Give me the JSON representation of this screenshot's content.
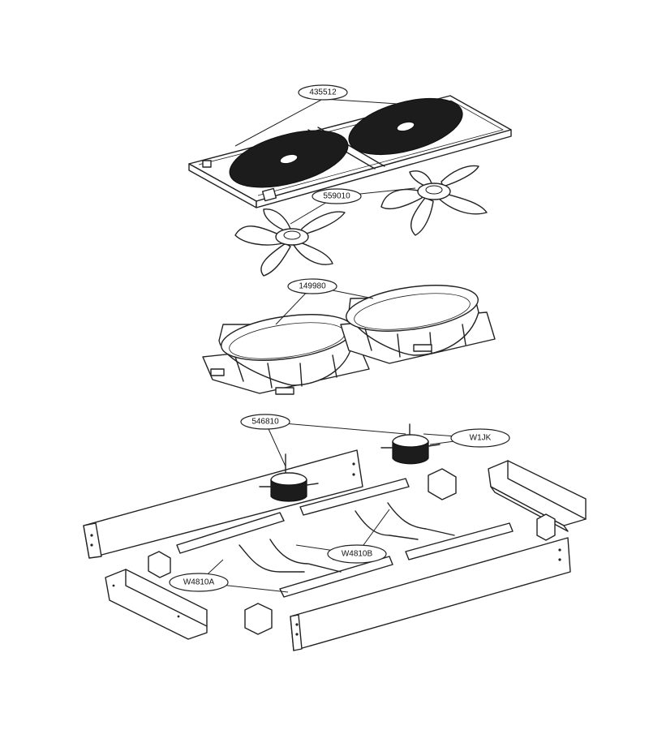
{
  "callouts": {
    "top_panel": "435512",
    "fan_blade": "559010",
    "fan_shroud": "149980",
    "fan_motor": "546810",
    "motor_screw": "W1JK",
    "motor_bracket_b": "W4810B",
    "motor_bracket_a": "W4810A"
  }
}
